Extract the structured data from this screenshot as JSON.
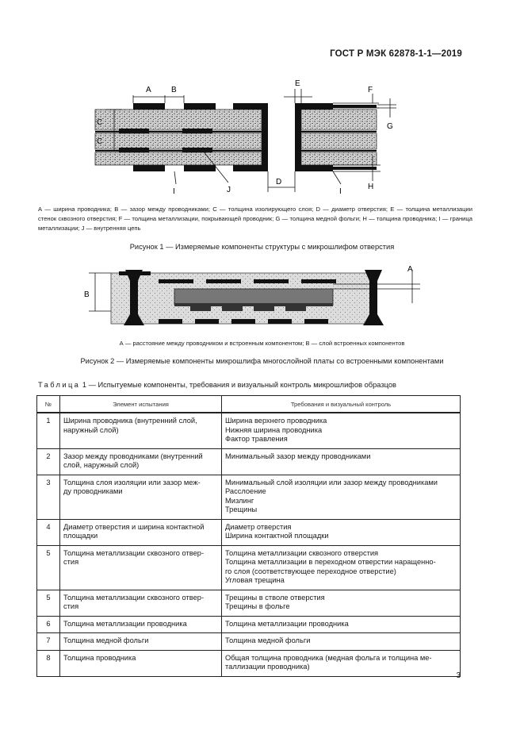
{
  "header": {
    "doc_id": "ГОСТ Р МЭК 62878-1-1—2019"
  },
  "figure1": {
    "labels": {
      "A": "A",
      "B": "B",
      "C": "C",
      "D": "D",
      "E": "E",
      "F": "F",
      "G": "G",
      "H": "H",
      "I": "I",
      "J": "J"
    },
    "legend": "А — ширина проводника; В — зазор между проводниками; С — толщина изолирующего слоя; D — диаметр отверстия; Е — толщина металлизации стенок сквозного отверстия; F — толщина металлизации, покрывающей проводник; G — толщина медной фольги; Н — толщина проводника; I — граница металлизации; J — внутренняя цепь",
    "caption": "Рисунок 1 — Измеряемые компоненты структуры с микрошлифом отверстия"
  },
  "figure2": {
    "labels": {
      "A": "A",
      "B": "B"
    },
    "legend": "А — расстояние между проводником и встроенным компонентом; В — слой встроенных компонентов",
    "caption": "Рисунок 2 — Измеряемые компоненты микрошлифа многослойной платы со встроенными компонентами"
  },
  "table": {
    "caption_prefix": "Таблица",
    "caption_rest": " 1 — Испытуемые компоненты, требования и визуальный контроль микрошлифов образцов",
    "headers": [
      "№",
      "Элемент испытания",
      "Требования и визуальный контроль"
    ],
    "rows": [
      {
        "num": "1",
        "element": [
          "Ширина проводника (внутренний слой,",
          "наружный слой)"
        ],
        "requirements": [
          "Ширина верхнего проводника",
          "Нижняя ширина проводника",
          "Фактор травления"
        ]
      },
      {
        "num": "2",
        "element": [
          "Зазор между проводниками (внутренний",
          "слой, наружный слой)"
        ],
        "requirements": [
          "Минимальный зазор между проводниками"
        ]
      },
      {
        "num": "3",
        "element": [
          "Толщина слоя изоляции или зазор меж-",
          "ду проводниками"
        ],
        "requirements": [
          "Минимальный слой изоляции или зазор между проводниками",
          "Расслоение",
          "Мизлинг",
          "Трещины"
        ]
      },
      {
        "num": "4",
        "element": [
          "Диаметр отверстия и ширина контактной",
          "площадки"
        ],
        "requirements": [
          "Диаметр отверстия",
          "Ширина контактной площадки"
        ]
      },
      {
        "num": "5",
        "element": [
          "Толщина металлизации сквозного отвер-",
          "стия"
        ],
        "requirements": [
          "Толщина металлизации сквозного отверстия",
          "Толщина металлизации в переходном отверстии наращенно-",
          "го слоя (соответствующее переходное отверстие)",
          "Угловая трещина"
        ]
      },
      {
        "num": "5",
        "element": [
          "Толщина металлизации сквозного отвер-",
          "стия"
        ],
        "requirements": [
          "Трещины в стволе отверстия",
          "Трещины в фольге"
        ]
      },
      {
        "num": "6",
        "element": [
          "Толщина металлизации проводника"
        ],
        "requirements": [
          "Толщина металлизации проводника"
        ]
      },
      {
        "num": "7",
        "element": [
          "Толщина медной фольги"
        ],
        "requirements": [
          "Толщина медной фольги"
        ]
      },
      {
        "num": "8",
        "element": [
          "Толщина проводника"
        ],
        "requirements": [
          "Общая толщина проводника (медная фольга и толщина ме-",
          "таллизации проводника)"
        ]
      }
    ]
  },
  "page_number": "3"
}
